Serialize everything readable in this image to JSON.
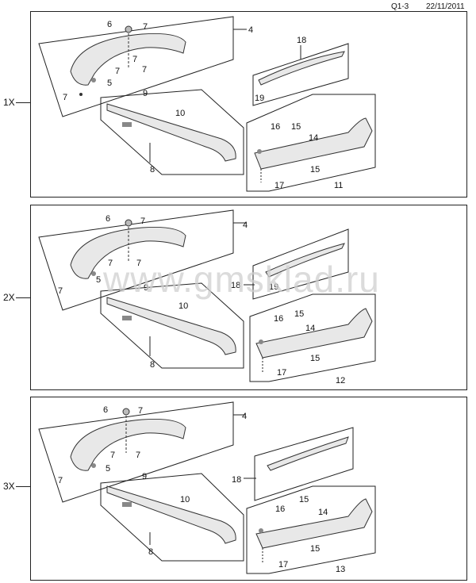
{
  "header": {
    "code": "Q1-3",
    "date": "22/11/2011"
  },
  "watermark": "www.gmsklad.ru",
  "sections": [
    {
      "multiplier": "1X",
      "callouts": {
        "front_group": "4",
        "nut": "6",
        "clip_a": "7",
        "clip_b": "7",
        "clip_c": "7",
        "clip_d": "7",
        "screw_a": "5",
        "sill_clip": "9",
        "sill_strip": "10",
        "sill": "8",
        "spoiler": "18",
        "spoiler_tape": "19",
        "rear_clip": "16",
        "rear_nut": "15",
        "rear_bracket": "14",
        "rear_screw": "15",
        "rear_fastener": "17",
        "rear_group": "11"
      }
    },
    {
      "multiplier": "2X",
      "callouts": {
        "front_group": "4",
        "nut": "6",
        "clip_a": "7",
        "clip_b": "7",
        "clip_c": "7",
        "clip_d": "7",
        "screw_a": "5",
        "sill_clip": "9",
        "sill_strip": "10",
        "sill": "8",
        "spoiler": "18",
        "spoiler_tape": "19",
        "rear_clip": "16",
        "rear_nut": "15",
        "rear_bracket": "14",
        "rear_screw": "15",
        "rear_fastener": "17",
        "rear_group": "12"
      }
    },
    {
      "multiplier": "3X",
      "callouts": {
        "front_group": "4",
        "nut": "6",
        "clip_a": "7",
        "clip_b": "7",
        "clip_c": "7",
        "clip_d": "7",
        "screw_a": "5",
        "sill_clip": "9",
        "sill_strip": "10",
        "sill": "8",
        "spoiler": "18",
        "rear_clip": "16",
        "rear_nut": "15",
        "rear_bracket": "14",
        "rear_screw": "15",
        "rear_fastener": "17",
        "rear_group": "13"
      }
    }
  ]
}
